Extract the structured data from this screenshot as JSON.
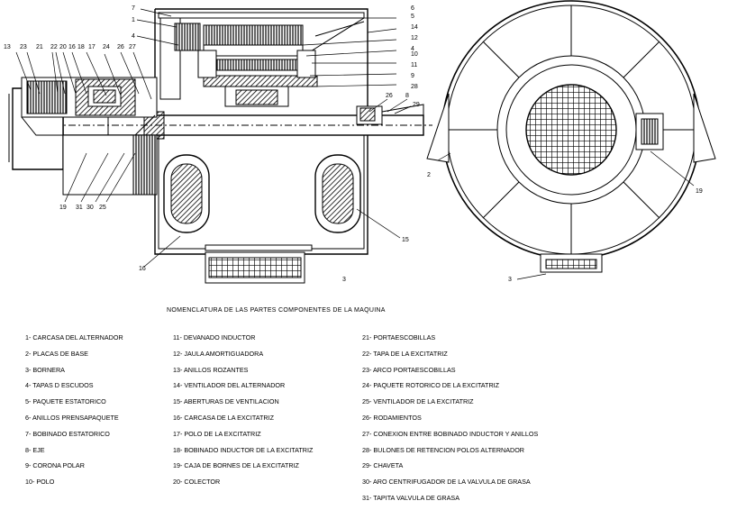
{
  "legend": {
    "title": "NOMENCLATURA DE LAS PARTES COMPONENTES DE LA MAQUINA",
    "column_1": [
      "1- CARCASA DEL ALTERNADOR",
      "2- PLACAS DE BASE",
      "3- BORNERA",
      "4- TAPAS D ESCUDOS",
      "5- PAQUETE ESTATORICO",
      "6- ANILLOS PRENSAPAQUETE",
      "7- BOBINADO ESTATORICO",
      "8- EJE",
      "9- CORONA POLAR",
      "10- POLO"
    ],
    "column_2": [
      "11- DEVANADO INDUCTOR",
      "12- JAULA AMORTIGUADORA",
      "13- ANILLOS ROZANTES",
      "14- VENTILADOR DEL ALTERNADOR",
      "15- ABERTURAS DE VENTILACION",
      "16- CARCASA DE LA EXCITATRIZ",
      "17- POLO DE LA EXCITATRIZ",
      "18- BOBINADO INDUCTOR DE LA EXCITATRIZ",
      "19- CAJA DE BORNES DE LA EXCITATRIZ",
      "20- COLECTOR"
    ],
    "column_3": [
      "21- PORTAESCOBILLAS",
      "22- TAPA DE LA EXCITATRIZ",
      "23- ARCO PORTAESCOBILLAS",
      "24- PAQUETE ROTORICO DE LA EXCITATRIZ",
      "25- VENTILADOR DE LA EXCITATRIZ",
      "26- RODAMIENTOS",
      "27- CONEXION ENTRE BOBINADO INDUCTOR Y ANILLOS",
      "28- BULONES DE RETENCION POLOS ALTERNADOR",
      "29- CHAVETA",
      "30- ARO CENTRIFUGADOR DE LA VALVULA DE GRASA",
      "31- TAPITA VALVULA DE GRASA"
    ]
  },
  "callouts": {
    "n1": "1",
    "n2": "2",
    "n3": "3",
    "n4": "4",
    "n5": "5",
    "n6": "6",
    "n7": "7",
    "n8": "8",
    "n9": "9",
    "n10": "10",
    "n11": "11",
    "n12": "12",
    "n13": "13",
    "n14": "14",
    "n15": "15",
    "n16": "16",
    "n17": "17",
    "n18": "18",
    "n19": "19",
    "n20": "20",
    "n21": "21",
    "n22": "22",
    "n23": "23",
    "n24": "24",
    "n25": "25",
    "n26": "26",
    "n27": "27",
    "n28": "28",
    "n29": "29",
    "n30": "30",
    "n31": "31"
  }
}
